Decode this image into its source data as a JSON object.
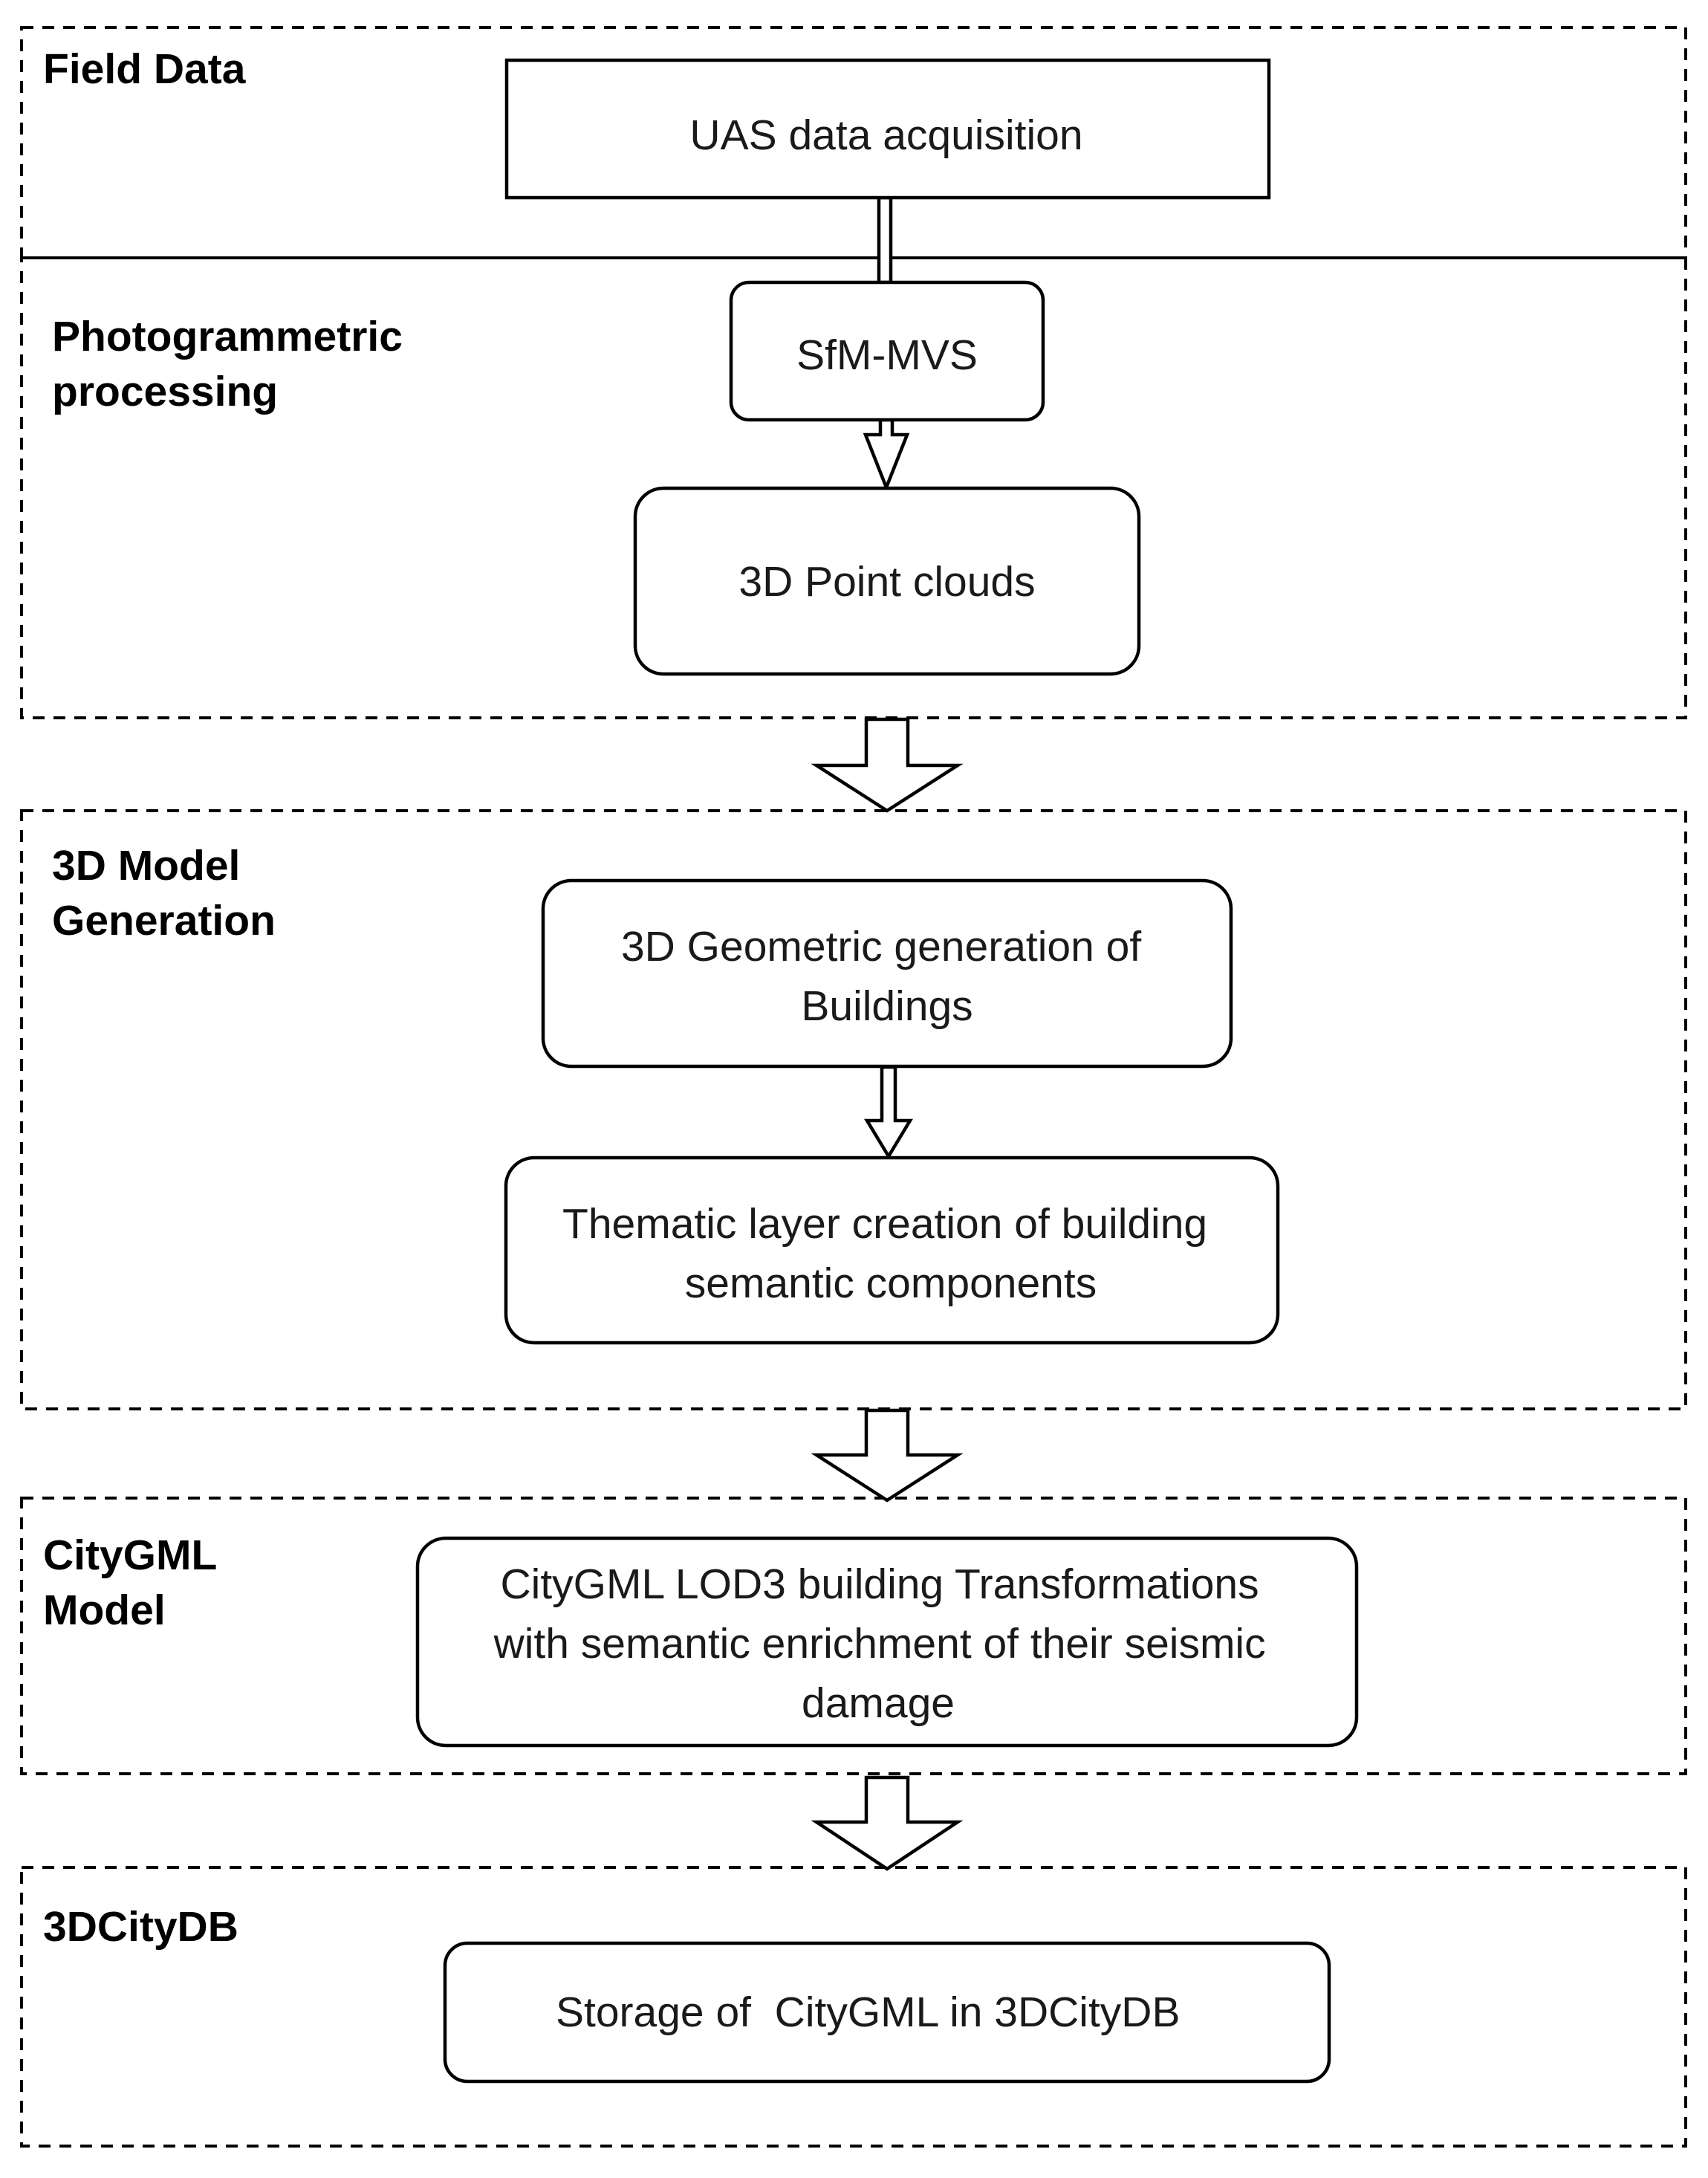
{
  "sections": {
    "field_data": {
      "label_lines": [
        "Field Data"
      ]
    },
    "photogrammetric": {
      "label_lines": [
        "Photogrammetric",
        "processing"
      ]
    },
    "model_generation": {
      "label_lines": [
        "3D Model",
        "Generation"
      ]
    },
    "citygml_model": {
      "label_lines": [
        "CityGML",
        "Model"
      ]
    },
    "citydb": {
      "label_lines": [
        "3DCityDB"
      ]
    }
  },
  "nodes": {
    "uas": {
      "lines": [
        "UAS data acquisition"
      ]
    },
    "sfm": {
      "lines": [
        "SfM-MVS"
      ]
    },
    "point_clouds": {
      "lines": [
        "3D Point clouds"
      ]
    },
    "geometric": {
      "lines": [
        "3D Geometric generation of",
        "Buildings"
      ]
    },
    "thematic": {
      "lines": [
        "Thematic layer creation of building",
        "semantic components"
      ]
    },
    "transform": {
      "lines": [
        "CityGML LOD3 building Transformations",
        "with semantic enrichment of their seismic",
        "damage"
      ]
    },
    "storage": {
      "lines": [
        "Storage of  CityGML in 3DCityDB"
      ]
    }
  }
}
